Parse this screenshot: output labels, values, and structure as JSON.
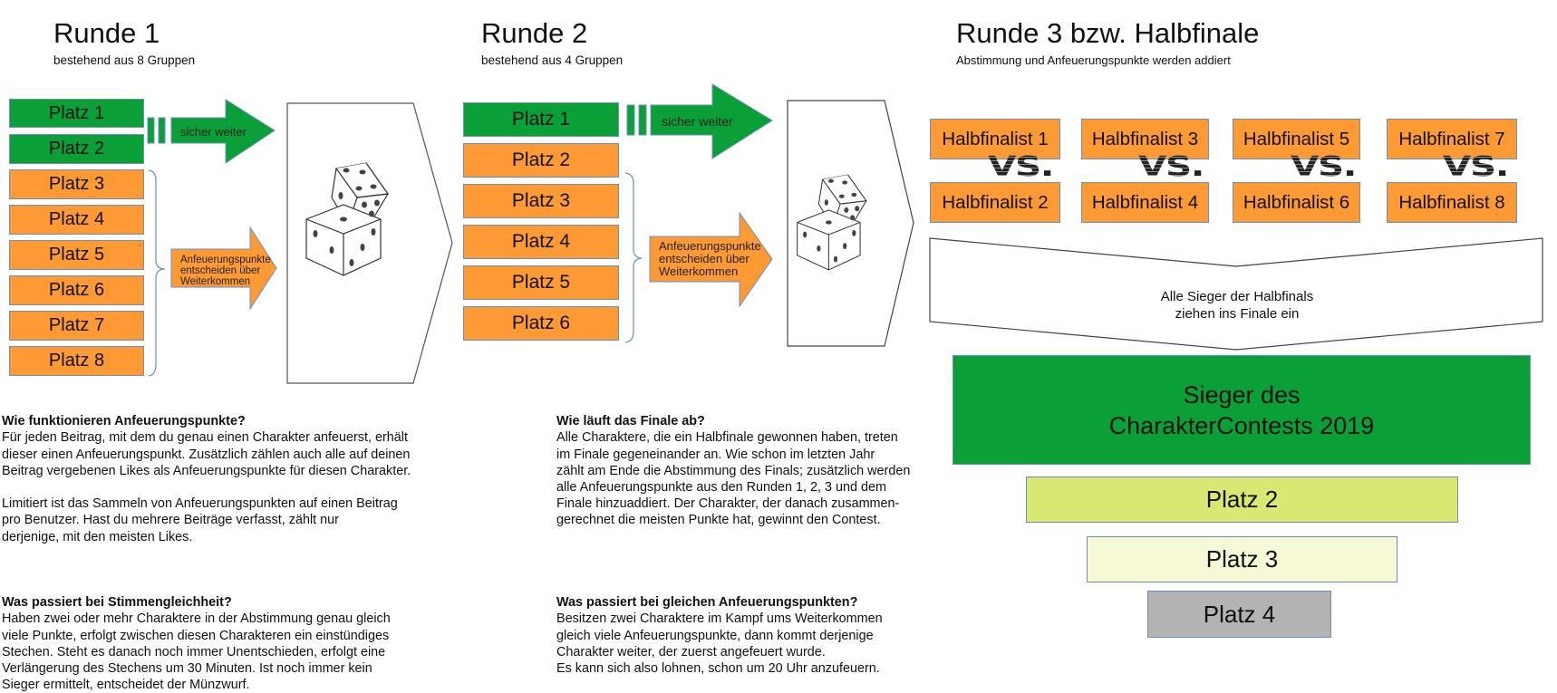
{
  "round1": {
    "title": "Runde 1",
    "subtitle": "bestehend aus 8 Gruppen",
    "places": [
      "Platz 1",
      "Platz 2",
      "Platz 3",
      "Platz 4",
      "Platz 5",
      "Platz 6",
      "Platz 7",
      "Platz 8"
    ],
    "advance_label": "sicher weiter",
    "cheer_label": "Anfeuerungspunkte\nentscheiden über\nWeiterkommen"
  },
  "round2": {
    "title": "Runde 2",
    "subtitle": "bestehend aus 4 Gruppen",
    "places": [
      "Platz 1",
      "Platz 2",
      "Platz 3",
      "Platz 4",
      "Platz 5",
      "Platz 6"
    ],
    "advance_label": "sicher weiter",
    "cheer_label": "Anfeuerungspunkte\nentscheiden über\nWeiterkommen"
  },
  "round3": {
    "title": "Runde 3 bzw. Halbfinale",
    "subtitle": "Abstimmung und Anfeuerungspunkte werden addiert",
    "matches": [
      {
        "top": "Halbfinalist 1",
        "bottom": "Halbfinalist 2"
      },
      {
        "top": "Halbfinalist 3",
        "bottom": "Halbfinalist 4"
      },
      {
        "top": "Halbfinalist 5",
        "bottom": "Halbfinalist 6"
      },
      {
        "top": "Halbfinalist 7",
        "bottom": "Halbfinalist 8"
      }
    ],
    "vs_label": "VS",
    "vs_dot": ".",
    "chevron_text": "Alle Sieger der Halbfinals\nziehen ins Finale ein"
  },
  "podium": {
    "winner": "Sieger des\nCharakterContests 2019",
    "second": "Platz 2",
    "third": "Platz 3",
    "fourth": "Platz 4"
  },
  "colors": {
    "green": "#0a9f37",
    "orange": "#fd9a34",
    "second": "#d8e872",
    "third": "#f6f8d6",
    "fourth": "#b3b3b3"
  },
  "faq": [
    {
      "question": "Wie funktionieren Anfeuerungspunkte?",
      "answer": "Für jeden Beitrag, mit dem du genau einen Charakter anfeuerst, erhält\ndieser einen Anfeuerungspunkt. Zusätzlich zählen auch alle auf deinen\nBeitrag vergebenen Likes als Anfeuerungspunkte für diesen Charakter.\n\nLimitiert ist das Sammeln von Anfeuerungspunkten auf einen Beitrag\npro Benutzer. Hast du mehrere Beiträge verfasst, zählt nur\nderjenige, mit den meisten Likes."
    },
    {
      "question": "Was passiert bei Stimmengleichheit?",
      "answer": "Haben zwei oder mehr Charaktere in der Abstimmung genau gleich\nviele Punkte, erfolgt zwischen diesen Charakteren ein einstündiges\nStechen. Steht es danach noch immer Unentschieden, erfolgt eine\nVerlängerung des Stechens um 30 Minuten. Ist noch immer kein\nSieger ermittelt, entscheidet der Münzwurf."
    },
    {
      "question": "Wie läuft das Finale ab?",
      "answer": "Alle Charaktere, die ein Halbfinale gewonnen haben, treten\nim Finale gegeneinander an. Wie schon im letzten Jahr\nzählt am Ende die Abstimmung des Finals; zusätzlich werden\nalle Anfeuerungspunkte aus den Runden 1, 2, 3 und dem\nFinale hinzuaddiert. Der Charakter, der danach zusammen-\ngerechnet die meisten Punkte hat, gewinnt den Contest."
    },
    {
      "question": "Was passiert bei gleichen Anfeuerungspunkten?",
      "answer": "Besitzen zwei Charaktere im Kampf ums Weiterkommen\ngleich viele Anfeuerungspunkte, dann kommt derjenige\nCharakter weiter, der zuerst angefeuert wurde.\nEs kann sich also lohnen, schon um 20 Uhr anzufeuern."
    }
  ]
}
